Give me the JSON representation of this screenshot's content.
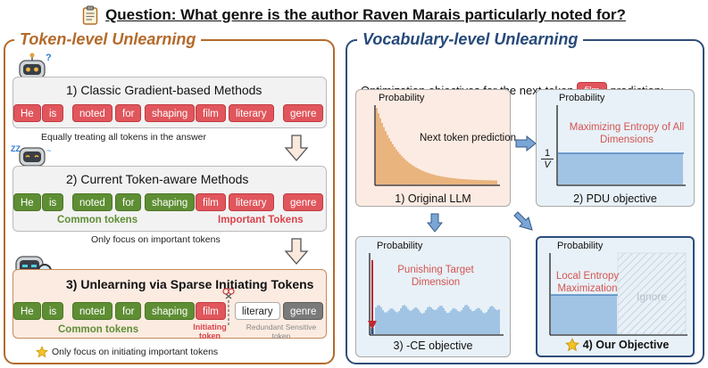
{
  "header": {
    "question": "Question: What genre is the author Raven Marais particularly noted for?"
  },
  "left": {
    "title": "Token-level Unlearning",
    "method1": {
      "title": "1) Classic Gradient-based Methods",
      "tokens": [
        "He",
        "is",
        "noted",
        "for",
        "shaping",
        "film",
        "literary",
        "genre"
      ],
      "note": "Equally treating all tokens in the answer"
    },
    "method2": {
      "title": "2) Current Token-aware Methods",
      "common_tokens": [
        "He",
        "is",
        "noted",
        "for",
        "shaping"
      ],
      "important_tokens": [
        "film",
        "literary",
        "genre"
      ],
      "common_label": "Common tokens",
      "important_label": "Important Tokens",
      "note": "Only focus on important tokens"
    },
    "method3": {
      "title": "3) Unlearning via Sparse Initiating Tokens",
      "common_tokens": [
        "He",
        "is",
        "noted",
        "for",
        "shaping"
      ],
      "initiating_token": "film",
      "redundant_tokens": [
        "literary",
        "genre"
      ],
      "common_label": "Common tokens",
      "initiating_label": "Initiating token",
      "redundant_label": "Redundant Sensitive token",
      "note": "Only focus on initiating important tokens"
    }
  },
  "right": {
    "title": "Vocabulary-level Unlearning",
    "objective_prefix": "Optimization objectives for the next-token",
    "objective_token": "film",
    "objective_suffix": "prediction:",
    "y_axis": "Probability",
    "chart1": {
      "caption": "1) Original LLM",
      "annotation": "Next token prediction"
    },
    "chart2": {
      "caption": "2) PDU objective",
      "annotation": "Maximizing Entropy of All Dimensions",
      "ytick_num": "1",
      "ytick_den": "V"
    },
    "chart3": {
      "caption": "3) -CE objective",
      "annotation": "Punishing Target Dimension"
    },
    "chart4": {
      "caption": "4) Our Objective",
      "annotation": "Local Entropy Maximization",
      "ignore_label": "Ignore"
    }
  },
  "colors": {
    "left_frame": "#b46a2a",
    "right_frame": "#2e4d7a",
    "red_token": "#e0565c",
    "green_token": "#5e8e33",
    "gray_token": "#7a7a7a",
    "bar_orange": "#d9872e",
    "bar_blue": "#6a9fd4"
  }
}
